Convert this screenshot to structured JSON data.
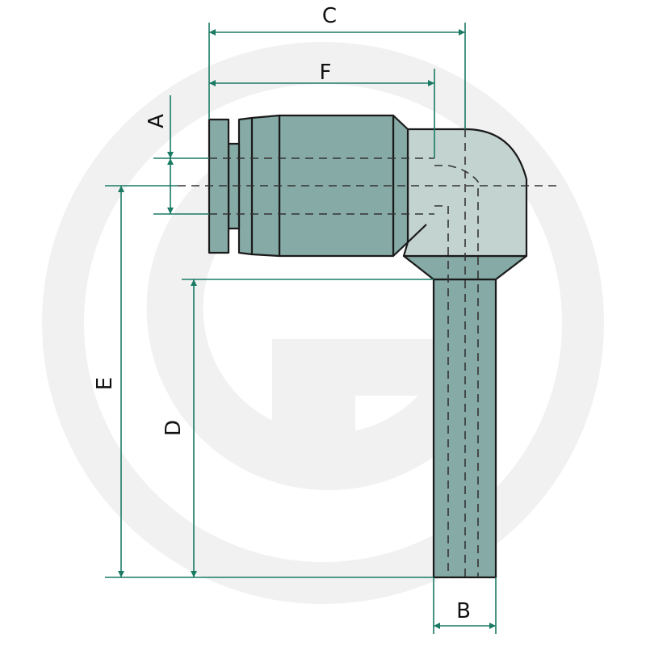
{
  "diagram": {
    "type": "technical drawing of an elbow push-in fitting with dimension labels",
    "dimension_labels": {
      "A": "A",
      "B": "B",
      "C": "C",
      "D": "D",
      "E": "E",
      "F": "F"
    },
    "watermark": "G",
    "colors": {
      "body": "#86aaa6",
      "body_dark": "#7fa39f",
      "elbow": "#c3d3d0",
      "outline": "#1a1a1a",
      "dimension": "#1a7a64",
      "watermark": "#f1f1f1"
    }
  }
}
